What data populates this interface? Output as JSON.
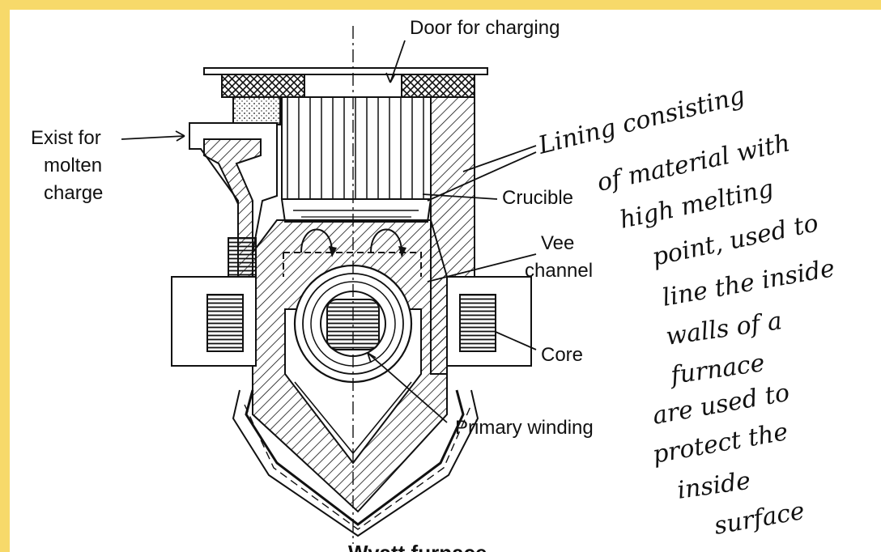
{
  "labels": {
    "door": "Door for charging",
    "exit_line1": "Exist for",
    "exit_line2": "molten",
    "exit_line3": "charge",
    "crucible": "Crucible",
    "vee_line1": "Vee",
    "vee_line2": "channel",
    "core": "Core",
    "primary": "Primary winding"
  },
  "handwriting": {
    "line1": "Lining consisting",
    "line2": "of material with",
    "line3": "high melting",
    "line4": "point, used to",
    "line5": "line the inside",
    "line6": "walls of a",
    "line7": "furnace",
    "line8": "are used to",
    "line9": "protect the",
    "line10": "inside",
    "line11": "surface"
  },
  "caption": "Wyatt furnace",
  "colors": {
    "border": "#f7d96a",
    "ink": "#111111",
    "paper": "#ffffff"
  }
}
